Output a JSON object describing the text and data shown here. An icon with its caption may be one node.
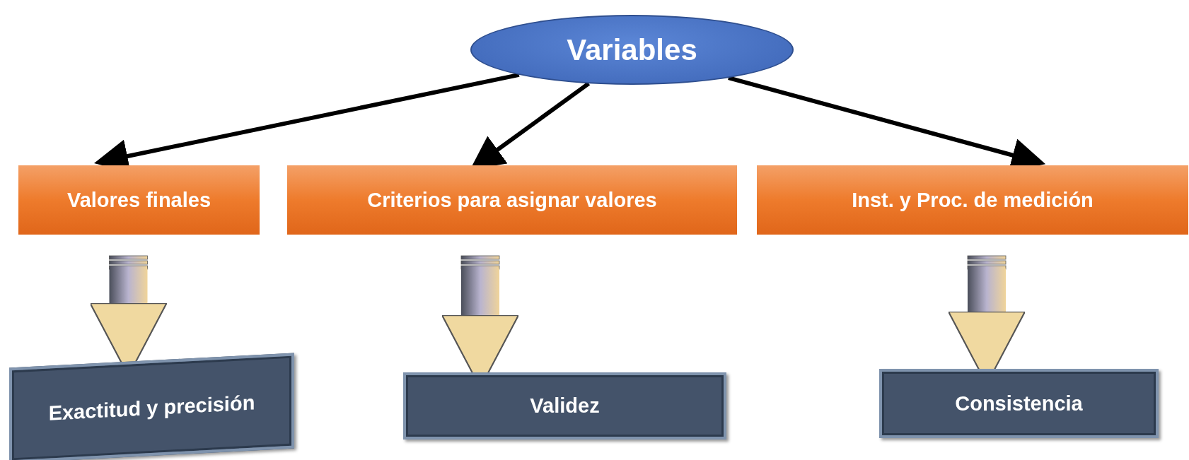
{
  "diagram": {
    "nodes": [
      {
        "text": [
          "Variables"
        ]
      },
      {
        "text": [
          "Valores finales"
        ]
      },
      {
        "text": [
          "Criterios para asignar valores"
        ]
      },
      {
        "text": [
          "Inst. y Proc. de medición"
        ]
      },
      {
        "text": [
          "Exactitud y precisión"
        ]
      },
      {
        "text": [
          "Validez"
        ]
      },
      {
        "text": [
          "Consistencia"
        ]
      }
    ],
    "edges": [
      {
        "from": 0,
        "to": 1,
        "arrow": "to"
      },
      {
        "from": 0,
        "to": 2,
        "arrow": "to"
      },
      {
        "from": 0,
        "to": 3,
        "arrow": "to"
      },
      {
        "from": 1,
        "to": 4,
        "arrow": "to",
        "style": "thick"
      },
      {
        "from": 2,
        "to": 5,
        "arrow": "to",
        "style": "thick"
      },
      {
        "from": 3,
        "to": 6,
        "arrow": "to",
        "style": "thick"
      }
    ]
  }
}
